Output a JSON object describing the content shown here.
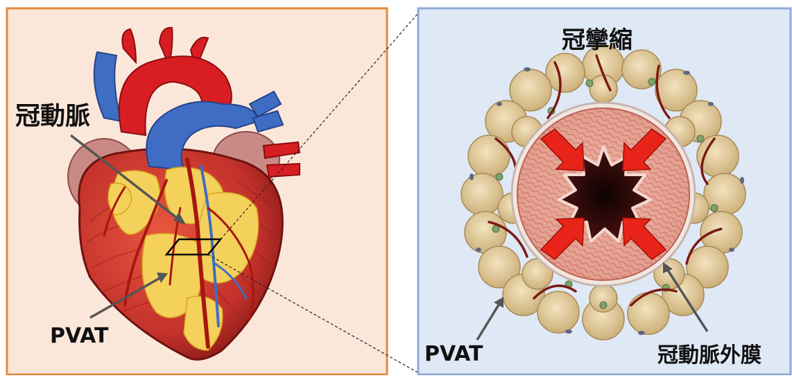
{
  "labels": {
    "coronary_artery": "冠動脈",
    "pvat_left": "PVAT",
    "spasm_title": "冠攣縮",
    "pvat_right": "PVAT",
    "adventitia": "冠動脈外膜"
  },
  "colors": {
    "left_panel_bg": "#fbe6da",
    "left_panel_border": "#e08a3c",
    "right_panel_bg": "#dfe8f5",
    "right_panel_border": "#8fa9d8",
    "fat_cell": "#e9d4a8",
    "muscle": "#c93a2c",
    "aorta": "#d81e23",
    "vein": "#3f6dc4",
    "fat_yellow": "#f4d15a",
    "arrow_red": "#e8241a",
    "lumen": "#2a0707"
  }
}
